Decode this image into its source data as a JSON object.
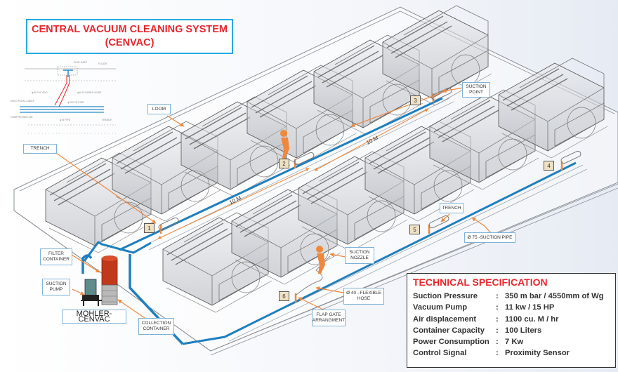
{
  "title": {
    "line1": "CENTRAL VACUUM CLEANING SYSTEM",
    "line2": "(CENVAC)"
  },
  "colors": {
    "title_red": "#e8262d",
    "title_border": "#27a9e1",
    "pipe_blue": "#1f7fbf",
    "arrow_orange": "#f0883c",
    "collector_red": "#c0391b",
    "number_tag": "#eee1c4"
  },
  "callouts": {
    "loom": "LOOM",
    "trench_left": "TRENCH",
    "trench_right": "TRENCH",
    "suction_point": "SUCTION POINT",
    "filter_container": "FILTER CONTAINER",
    "suction_pump": "SUCTION PUMP",
    "system_name": "MOHLER-CENVAC",
    "collection_container": "COLLECTION CONTAINER",
    "suction_nozzle": "SUCTION NOZZLE",
    "flexible_hose": "Ø 40 –FLEXIBLE HOSE",
    "flap_gate": "FLAP GATE ARRANGMENT",
    "suction_pipe": "Ø 75 -SUCTION PIPE"
  },
  "dimensions": {
    "d1": "10 M",
    "d2": "10 M"
  },
  "suction_points": [
    "1",
    "2",
    "3",
    "4",
    "5",
    "6"
  ],
  "spec": {
    "heading": "TECHNICAL SPECIFICATION",
    "rows": [
      {
        "key": "Suction Pressure",
        "sep": ":",
        "value": "350 m bar / 4550mm of Wg"
      },
      {
        "key": "Vacuum Pump",
        "sep": ":",
        "value": "11 kw / 15 HP"
      },
      {
        "key": "Air displacement",
        "sep": ":",
        "value": "1100 cu. M / hr"
      },
      {
        "key": "Container Capacity",
        "sep": ":",
        "value": "100 Liters"
      },
      {
        "key": "Power Consumption",
        "sep": ":",
        "value": "7 Kw"
      },
      {
        "key": "Control Signal",
        "sep": ":",
        "value": "Proximity Sensor"
      }
    ]
  }
}
